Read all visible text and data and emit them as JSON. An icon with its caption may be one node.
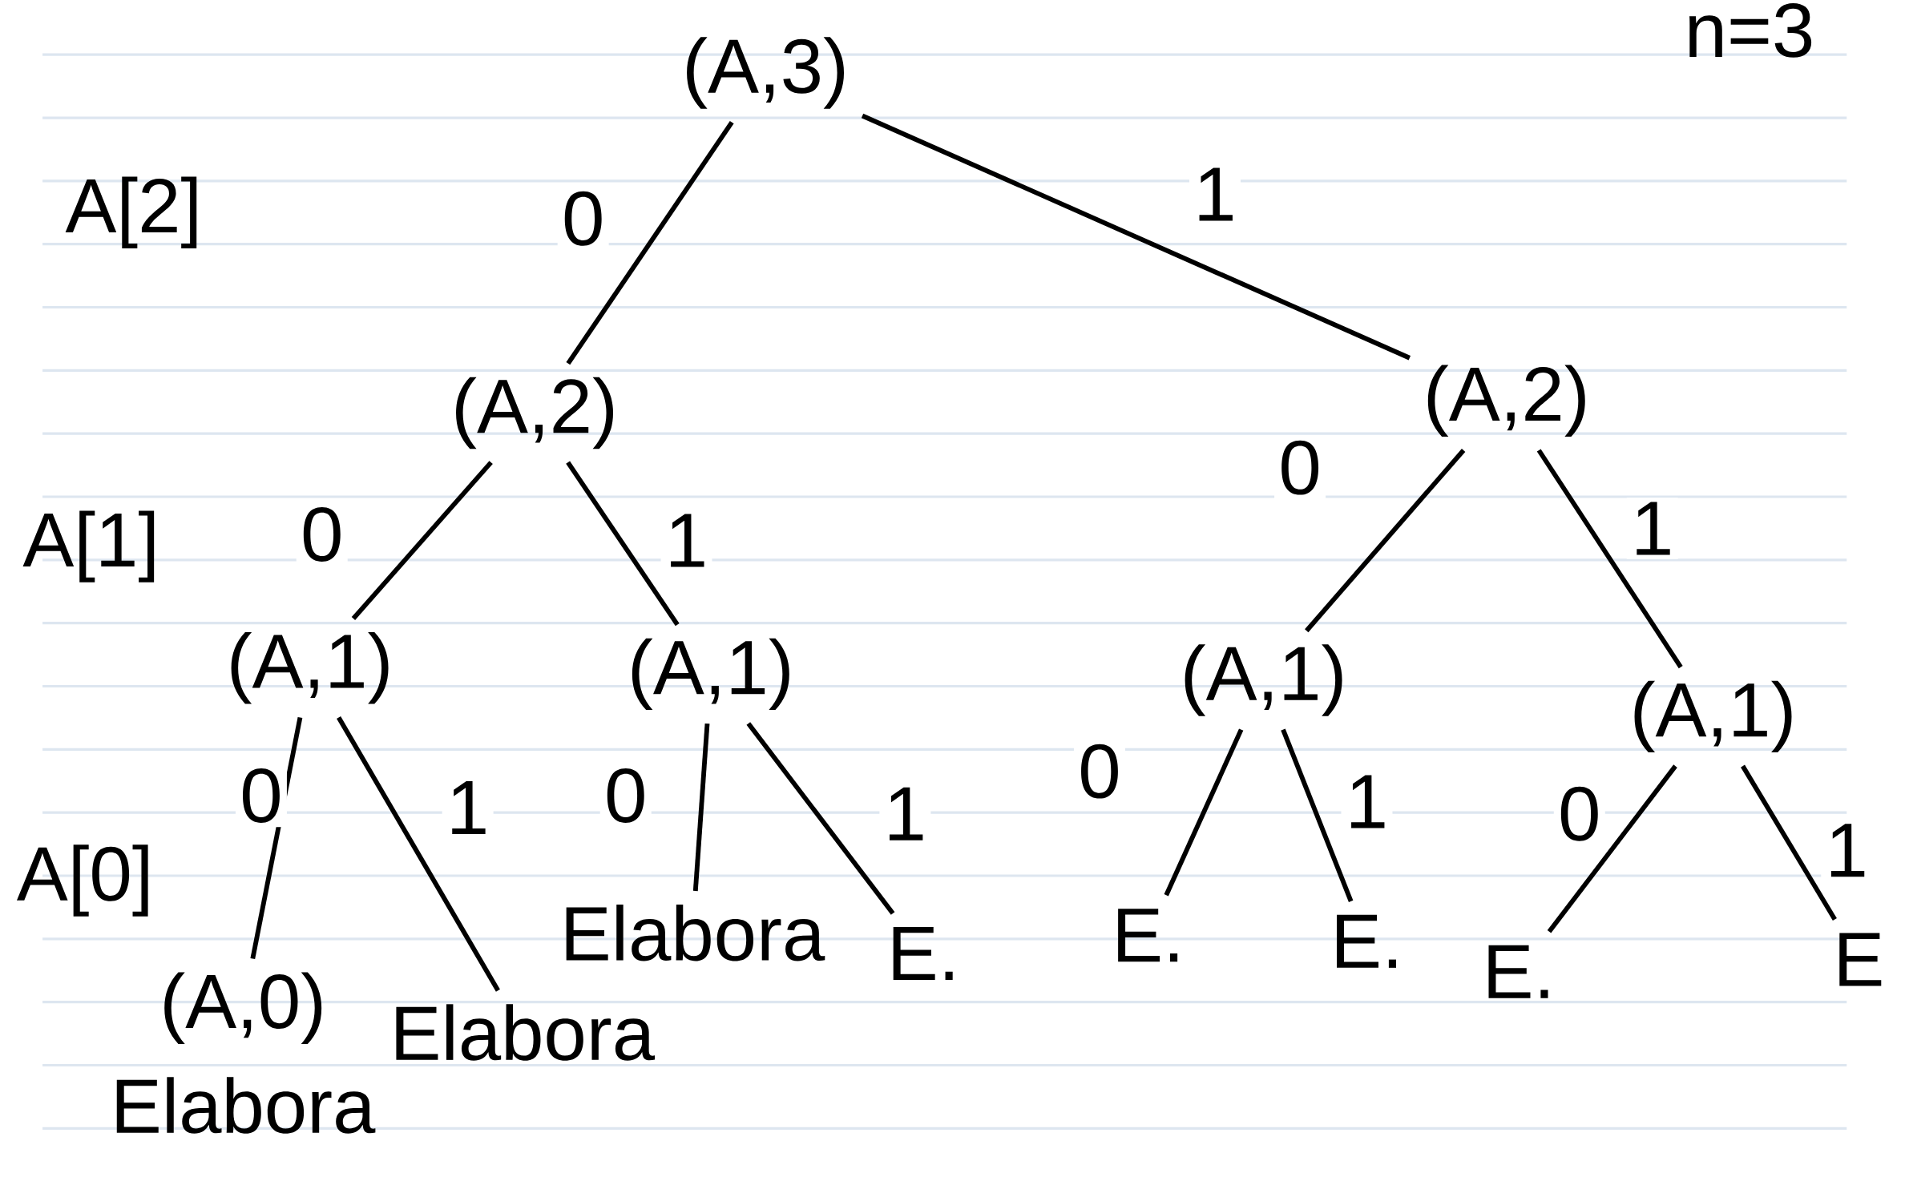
{
  "diagram": {
    "nodes": [
      {
        "text": [
          "(A,3)"
        ]
      },
      {
        "text": [
          "(A,2)"
        ]
      },
      {
        "text": [
          "(A,2)"
        ]
      },
      {
        "text": [
          "(A,1)"
        ]
      },
      {
        "text": [
          "(A,1)"
        ]
      },
      {
        "text": [
          "(A,1)"
        ]
      },
      {
        "text": [
          "(A,1)"
        ]
      },
      {
        "text": [
          "(A,0)"
        ],
        "beside": [
          "Elabora"
        ]
      },
      {
        "text": [
          "Elabora"
        ]
      },
      {
        "text": [
          "Elabora"
        ]
      },
      {
        "text": [
          "E."
        ]
      },
      {
        "text": [
          "E."
        ]
      },
      {
        "text": [
          "E."
        ]
      },
      {
        "text": [
          "E."
        ]
      },
      {
        "text": [
          "E"
        ]
      }
    ],
    "edges": [
      {
        "from": 0,
        "to": 1,
        "arrow": "none",
        "label": "0"
      },
      {
        "from": 0,
        "to": 2,
        "arrow": "none",
        "label": "1"
      },
      {
        "from": 1,
        "to": 3,
        "arrow": "none",
        "label": "0"
      },
      {
        "from": 1,
        "to": 4,
        "arrow": "none",
        "label": "1"
      },
      {
        "from": 2,
        "to": 5,
        "arrow": "none",
        "label": "0"
      },
      {
        "from": 2,
        "to": 6,
        "arrow": "none",
        "label": "1"
      },
      {
        "from": 3,
        "to": 7,
        "arrow": "none",
        "label": "0"
      },
      {
        "from": 3,
        "to": 8,
        "arrow": "none",
        "label": "1"
      },
      {
        "from": 4,
        "to": 9,
        "arrow": "none",
        "label": "0"
      },
      {
        "from": 4,
        "to": 10,
        "arrow": "none",
        "label": "1"
      },
      {
        "from": 5,
        "to": 11,
        "arrow": "none",
        "label": "0"
      },
      {
        "from": 5,
        "to": 12,
        "arrow": "none",
        "label": "1"
      },
      {
        "from": 6,
        "to": 13,
        "arrow": "none",
        "label": "0"
      },
      {
        "from": 6,
        "to": 14,
        "arrow": "none",
        "label": "1"
      }
    ],
    "labels": [
      "n=3",
      "A[2]",
      "A[1]",
      "A[0]"
    ]
  }
}
